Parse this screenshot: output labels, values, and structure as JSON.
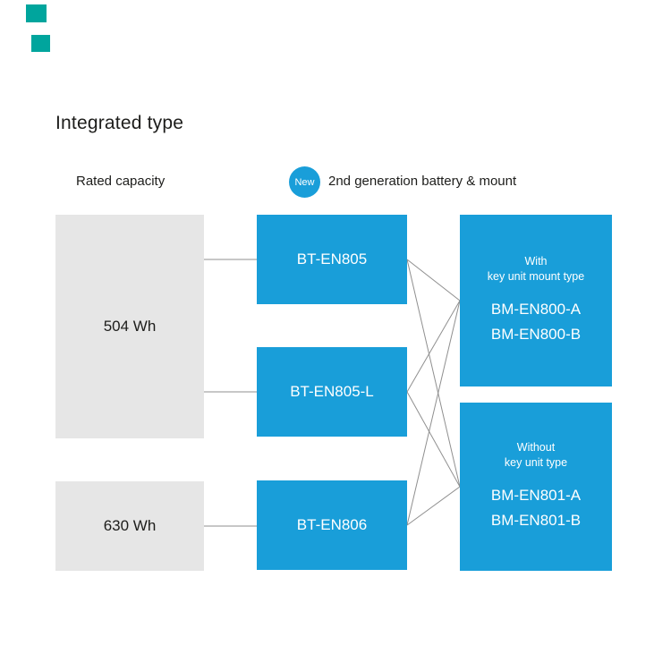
{
  "title": "Integrated type",
  "left_column": {
    "header": "Rated capacity",
    "items": [
      {
        "label": "504 Wh"
      },
      {
        "label": "630 Wh"
      }
    ]
  },
  "badge": {
    "label": "New",
    "text": "2nd generation battery & mount"
  },
  "batteries": [
    {
      "label": "BT-EN805"
    },
    {
      "label": "BT-EN805-L"
    },
    {
      "label": "BT-EN806"
    }
  ],
  "mounts": [
    {
      "subtitle": "With\nkey unit mount type",
      "models": [
        "BM-EN800-A",
        "BM-EN800-B"
      ]
    },
    {
      "subtitle": "Without\nkey unit type",
      "models": [
        "BM-EN801-A",
        "BM-EN801-B"
      ]
    }
  ],
  "connections": {
    "capacity_to_battery": [
      [
        0,
        0
      ],
      [
        0,
        1
      ],
      [
        1,
        2
      ]
    ],
    "battery_to_mount": [
      [
        0,
        0
      ],
      [
        0,
        1
      ],
      [
        1,
        0
      ],
      [
        1,
        1
      ],
      [
        2,
        0
      ],
      [
        2,
        1
      ]
    ]
  },
  "colors": {
    "accent_blue": "#199ed9",
    "box_gray": "#e6e6e6",
    "connector_gray": "#8f8f8f",
    "corner_mark_teal": "#00a59d",
    "text_dark": "#1d1d1b"
  }
}
